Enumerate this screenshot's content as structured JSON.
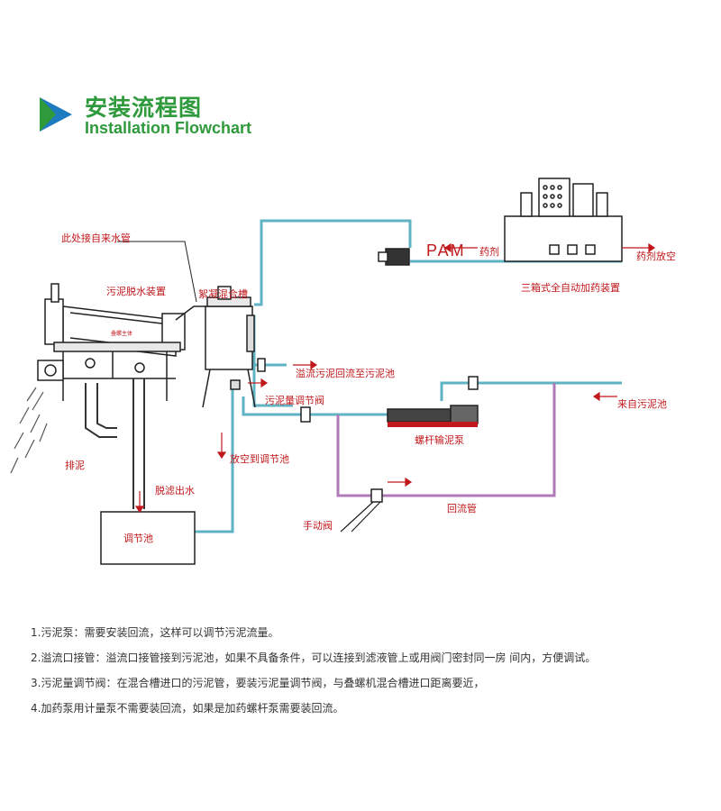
{
  "header": {
    "title_cn": "安装流程图",
    "title_en": "Installation Flowchart"
  },
  "diagram": {
    "labels": {
      "tap_water": "此处接自来水管",
      "dewatering": "污泥脱水装置",
      "mixing_tank": "絮凝混合槽",
      "pam": "PAM",
      "pam_agent": "药剂",
      "agent_drain": "药剂放空",
      "dosing_device": "三箱式全自动加药装置",
      "overflow": "溢流污泥回流至污泥池",
      "sludge_valve": "污泥量调节阀",
      "from_sludge_tank": "来自污泥池",
      "screw_pump": "螺杆输泥泵",
      "drain_to_tank": "放空到调节池",
      "sludge_out": "排泥",
      "filtrate": "脱滤出水",
      "adjust_tank": "调节池",
      "return_pipe": "回流管",
      "manual_valve": "手动阀",
      "machine_tag": "叠螺主体"
    }
  },
  "notes": [
    "1.污泥泵：需要安装回流，这样可以调节污泥流量。",
    "2.溢流口接管：溢流口接管接到污泥池，如果不具备条件，可以连接到滤液管上或用阀门密封同一房 间内，方便调试。",
    "3.污泥量调节阀：在混合槽进口的污泥管，要装污泥量调节阀，与叠螺机混合槽进口距离要近，",
    "4.加药泵用计量泵不需要装回流，如果是加药螺杆泵需要装回流。"
  ],
  "colors": {
    "title_green": "#2f9a3c",
    "label_red": "#c0181c",
    "pipe_teal": "#5fb3c2",
    "pipe_purple": "#b07ab8"
  }
}
